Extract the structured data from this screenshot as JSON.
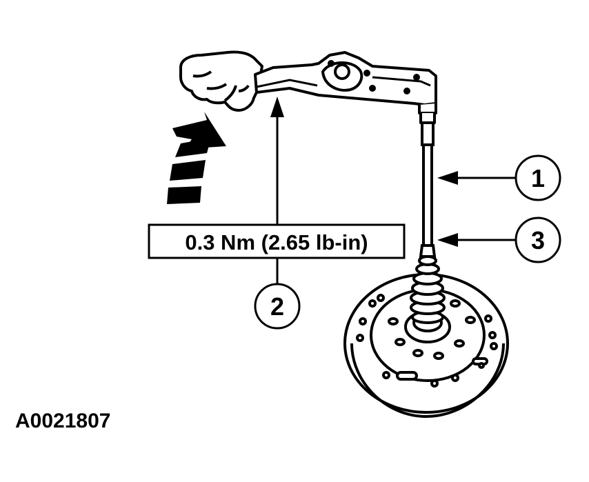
{
  "figure_id": "A0021807",
  "torque_label": "0.3 Nm (2.65 lb-in)",
  "callouts": {
    "one": "1",
    "two": "2",
    "three": "3"
  },
  "colors": {
    "line": "#000000",
    "background": "#ffffff"
  }
}
